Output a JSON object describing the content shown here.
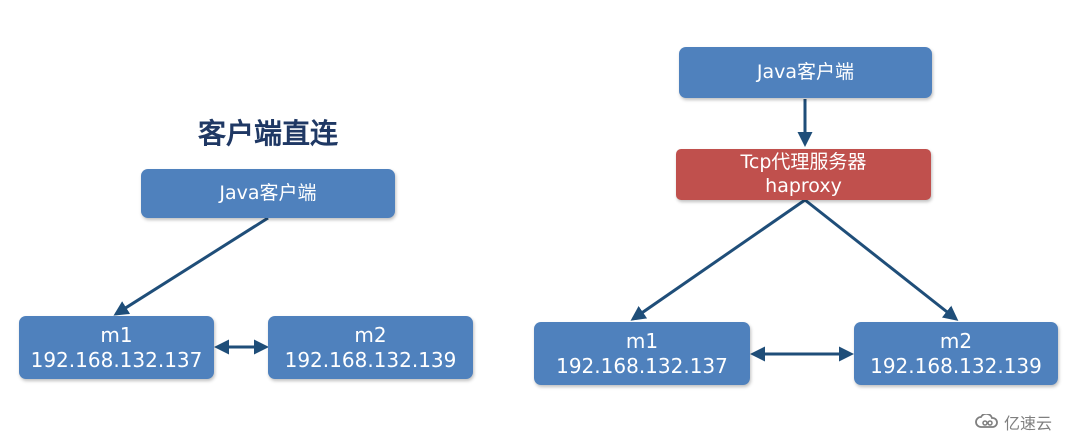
{
  "left": {
    "title": "客户端直连",
    "client": {
      "label": "Java客户端"
    },
    "m1": {
      "name": "m1",
      "ip": "192.168.132.137"
    },
    "m2": {
      "name": "m2",
      "ip": "192.168.132.139"
    }
  },
  "right": {
    "client": {
      "label": "Java客户端"
    },
    "proxy": {
      "line1": "Tcp代理服务器",
      "line2": "haproxy"
    },
    "m1": {
      "name": "m1",
      "ip": "192.168.132.137"
    },
    "m2": {
      "name": "m2",
      "ip": "192.168.132.139"
    }
  },
  "colors": {
    "node": "#4f81bd",
    "proxy": "#c0504d",
    "edge": "#1f4e79",
    "title": "#1f3864"
  },
  "watermark": {
    "icon": "cloud-logo-icon",
    "text": "亿速云"
  }
}
